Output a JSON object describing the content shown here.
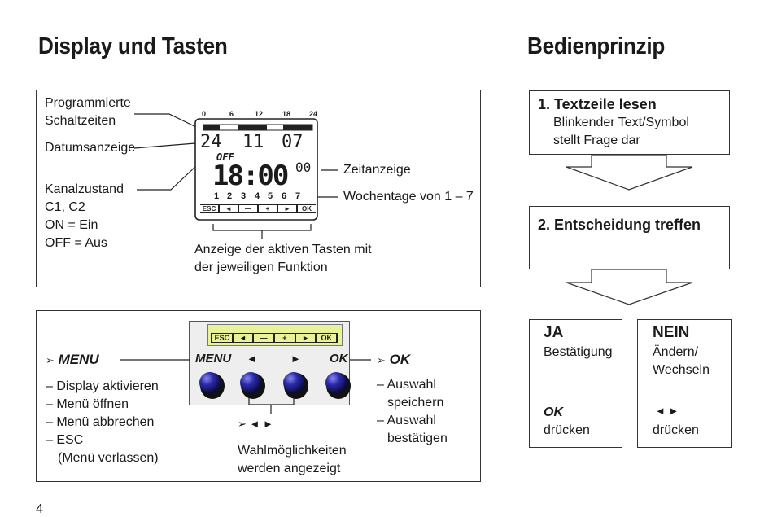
{
  "left": {
    "title": "Display und Tasten",
    "display_panel": {
      "label_programmed_1": "Programmierte",
      "label_programmed_2": "Schaltzeiten",
      "label_date": "Datumsanzeige",
      "label_channel_1": "Kanalzustand",
      "label_channel_2": "C1, C2",
      "label_channel_3": "ON = Ein",
      "label_channel_4": "OFF = Aus",
      "label_time": "Zeitanzeige",
      "label_weekdays": "Wochentage von 1 – 7",
      "label_active_keys_1": "Anzeige der aktiven Tasten mit",
      "label_active_keys_2": "der jeweiligen Funktion",
      "lcd": {
        "scale_ticks": [
          "0",
          "6",
          "12",
          "18",
          "24"
        ],
        "date_day": "24",
        "date_month": "11",
        "date_year": "07",
        "status": "OFF",
        "time": "18:00",
        "seconds": "00",
        "weekdays": [
          "1",
          "2",
          "3",
          "4",
          "5",
          "6",
          "7"
        ],
        "keys": [
          "ESC",
          "◄",
          "—",
          "+",
          "►",
          "OK"
        ]
      }
    },
    "keys_panel": {
      "menu_label": "MENU",
      "menu_items": [
        "– Display aktivieren",
        "– Menü öffnen",
        "– Menü abbrechen",
        "– ESC"
      ],
      "menu_esc_note": "(Menü verlassen)",
      "device_menu": "MENU",
      "device_left": "◄",
      "device_right": "►",
      "device_ok": "OK",
      "device_keys": [
        "ESC",
        "◄",
        "—",
        "+",
        "►",
        "OK"
      ],
      "ok_label": "OK",
      "ok_items_1": "– Auswahl",
      "ok_items_2": "speichern",
      "ok_items_3": "– Auswahl",
      "ok_items_4": "bestätigen",
      "arrows_label": "◄ ►",
      "arrows_desc_1": "Wahlmöglichkeiten",
      "arrows_desc_2": "werden angezeigt"
    },
    "page_number": "4"
  },
  "right": {
    "title": "Bedienprinzip",
    "step1": {
      "title": "1. Textzeile lesen",
      "line1": "Blinkender Text/Symbol",
      "line2": "stellt Frage dar"
    },
    "step2": {
      "title": "2. Entscheidung treffen"
    },
    "yes": {
      "title": "JA",
      "desc": "Bestätigung",
      "key": "OK",
      "action": "drücken"
    },
    "no": {
      "title": "NEIN",
      "desc1": "Ändern/",
      "desc2": "Wechseln",
      "key": "◄ ►",
      "action": "drücken"
    }
  },
  "colors": {
    "lcd_bg": "#e8f29a",
    "knob": "#2a2aa8",
    "device_bg": "#eeeeee"
  }
}
